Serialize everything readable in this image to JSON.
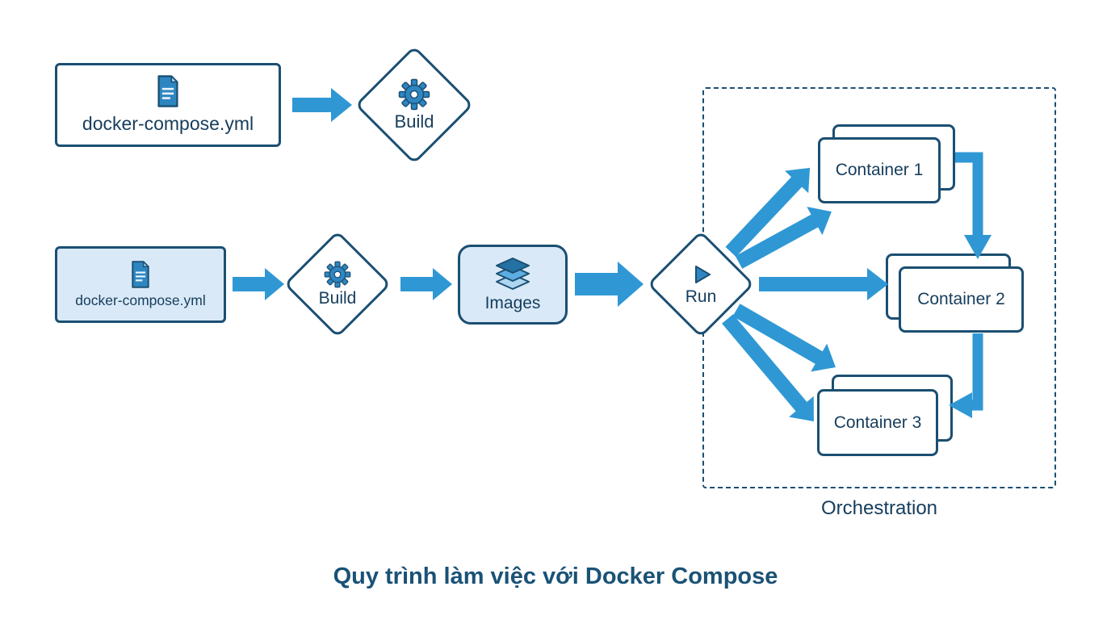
{
  "colors": {
    "navy": "#1b4f72",
    "text_navy": "#163d5c",
    "arrow": "#2f98d4",
    "fill_light": "#d9e9f7",
    "icon_blue": "#2e86c1",
    "caption": "#1a5276"
  },
  "top_flow": {
    "file_label": "docker-compose.yml",
    "build_label": "Build"
  },
  "main_flow": {
    "file_label": "docker-compose.yml",
    "build_label": "Build",
    "images_label": "Images",
    "run_label": "Run"
  },
  "orchestration": {
    "label": "Orchestration",
    "containers": [
      {
        "label": "Container 1"
      },
      {
        "label": "Container 2"
      },
      {
        "label": "Container 3"
      }
    ]
  },
  "caption": "Quy trình làm việc với Docker Compose"
}
